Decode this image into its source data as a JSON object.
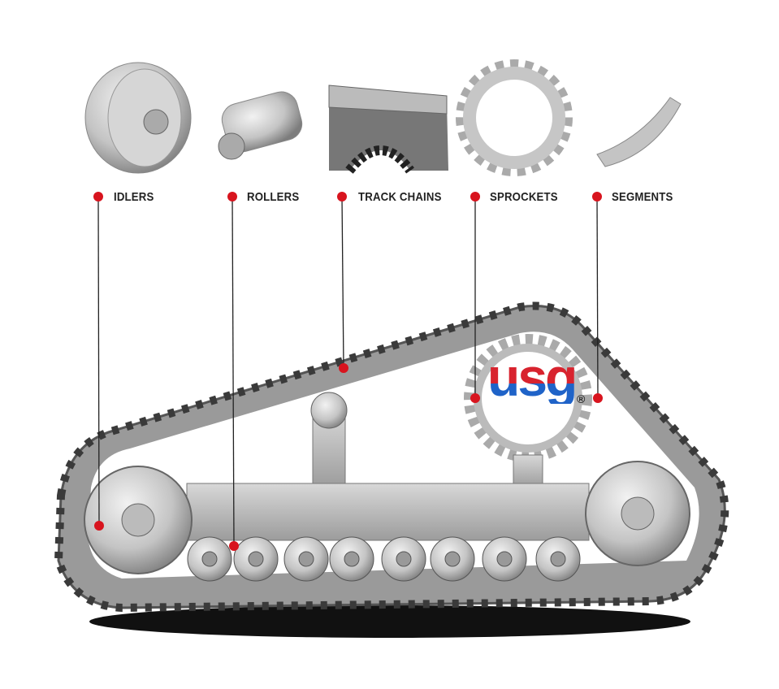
{
  "labels": {
    "idlers": "IDLERS",
    "rollers": "ROLLERS",
    "track_chains": "TRACK CHAINS",
    "sprockets": "SPROCKETS",
    "segments": "SEGMENTS"
  },
  "logo": {
    "text": "usg",
    "registered": "®"
  },
  "colors": {
    "accent": "#d8141e",
    "logo_red": "#d8232e",
    "logo_blue": "#1f63c8",
    "metal": "#b9b9b9"
  }
}
